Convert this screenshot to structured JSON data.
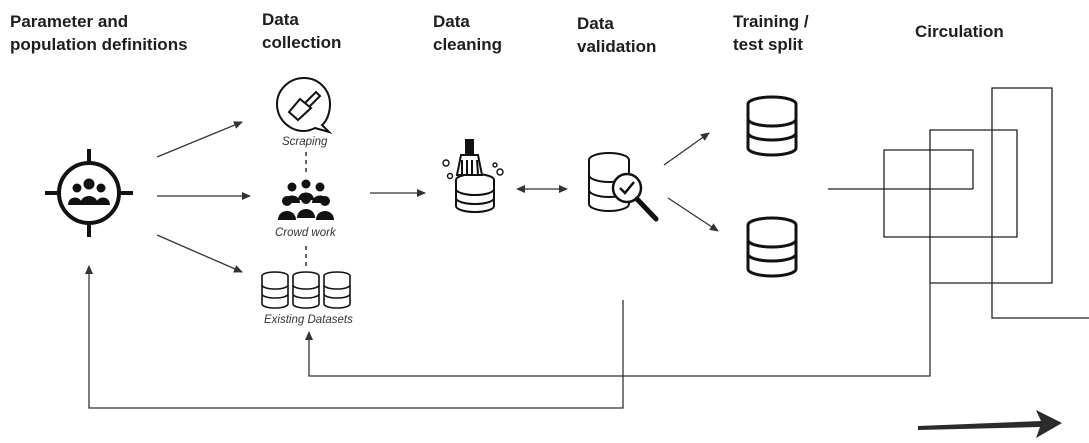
{
  "stages": {
    "definitions": "Parameter and\npopulation definitions",
    "collection": "Data\ncollection",
    "cleaning": "Data\ncleaning",
    "validation": "Data\nvalidation",
    "split": "Training /\ntest split",
    "circulation": "Circulation"
  },
  "collection_methods": {
    "scraping": "Scraping",
    "crowd": "Crowd work",
    "existing": "Existing Datasets"
  },
  "icons": {
    "definitions": "target-people-icon",
    "scraping": "scraper-speech-bubble-icon",
    "crowd": "crowd-icon",
    "existing": "stacked-databases-icon",
    "cleaning": "database-brush-icon",
    "validation": "database-magnifier-check-icon",
    "train": "database-icon",
    "test": "database-icon",
    "circulation": "nested-squares-icon",
    "time": "long-arrow-icon"
  }
}
